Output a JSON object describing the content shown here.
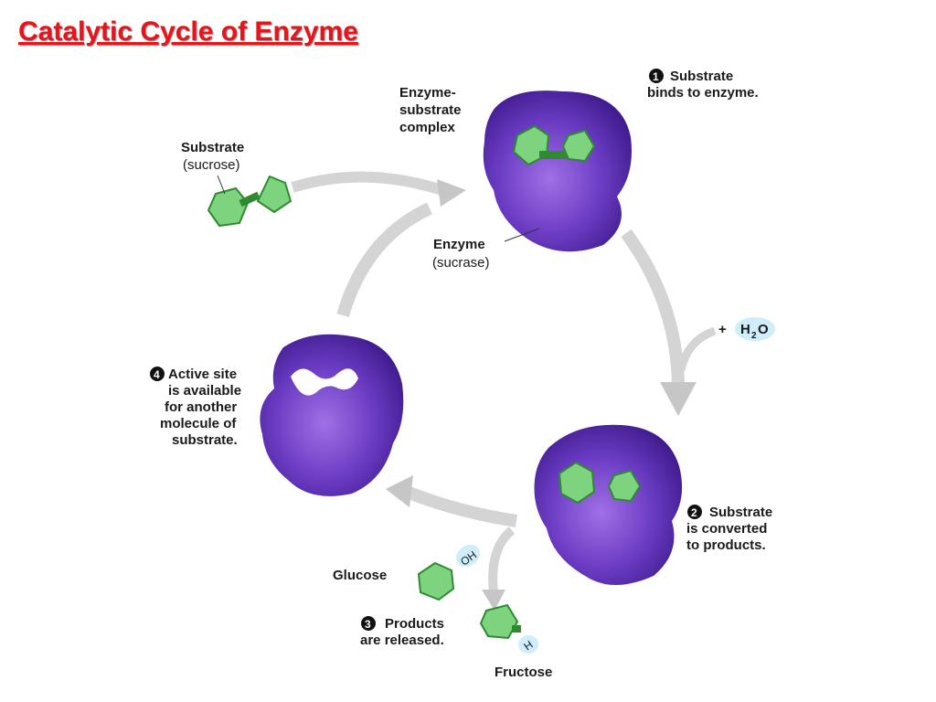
{
  "title": "Catalytic Cycle of Enzyme",
  "labels": {
    "substrate_line1": "Substrate",
    "substrate_line2": "(sucrose)",
    "complex_line1": "Enzyme-",
    "complex_line2": "substrate",
    "complex_line3": "complex",
    "enzyme_line1": "Enzyme",
    "enzyme_line2": "(sucrase)",
    "water_plus": "+",
    "water_h": "H",
    "water_2": "2",
    "water_o": "O",
    "glucose": "Glucose",
    "fructose": "Fructose",
    "oh": "OH",
    "h": "H"
  },
  "steps": [
    {
      "number": "1",
      "lines": [
        "Substrate",
        "binds to enzyme."
      ]
    },
    {
      "number": "2",
      "lines": [
        "Substrate",
        "is converted",
        "to products."
      ]
    },
    {
      "number": "3",
      "lines": [
        "Products",
        "are released."
      ]
    },
    {
      "number": "4",
      "lines": [
        "Active site",
        "is available",
        "for another",
        "molecule of",
        "substrate."
      ]
    }
  ],
  "colors": {
    "title": "#e8141b",
    "enzyme_dark": "#3d1a8c",
    "enzyme_light": "#8a5ad6",
    "substrate_fill": "#7ed47e",
    "substrate_dark": "#2e8b2e",
    "arrow": "#cfcfcf",
    "water_bubble": "#cfeefa"
  }
}
